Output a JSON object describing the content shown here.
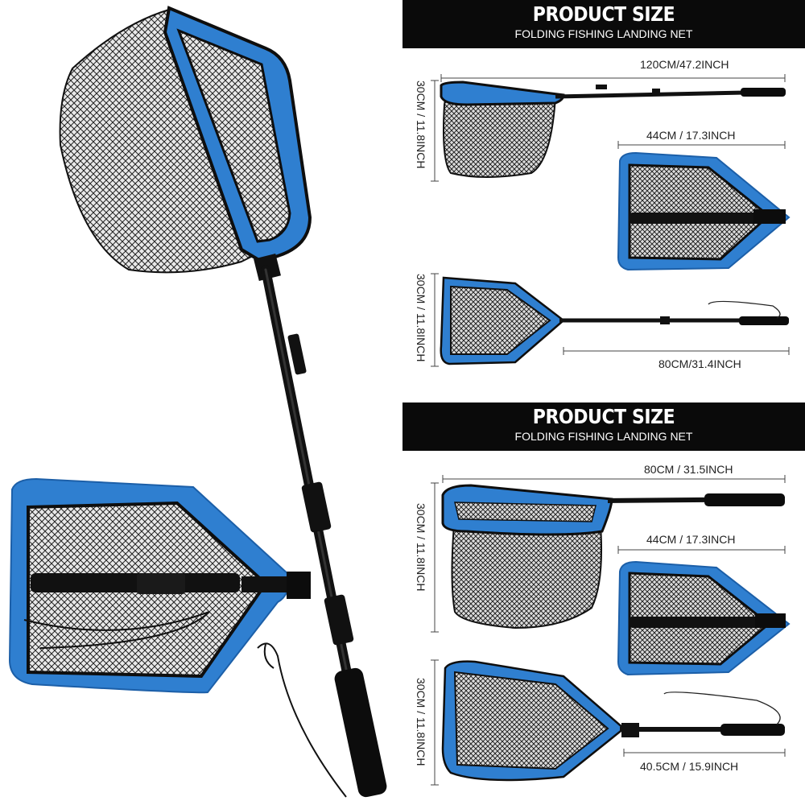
{
  "colors": {
    "net_blue": "#2f7fd0",
    "net_blue_dark": "#1c5fa8",
    "black": "#0e0e0e",
    "banner_bg": "#0a0a0a"
  },
  "panel_top": {
    "title": "PRODUCT SIZE",
    "subtitle": "FOLDING FISHING LANDING NET",
    "total_length": "120CM/47.2INCH",
    "hoop_height_1": "30CM / 11.8INCH",
    "folded_length": "44CM  / 17.3INCH",
    "hoop_height_2": "30CM / 11.8INCH",
    "handle_length": "80CM/31.4INCH"
  },
  "panel_bottom": {
    "title": "PRODUCT SIZE",
    "subtitle": "FOLDING FISHING LANDING NET",
    "total_length": "80CM  / 31.5INCH",
    "hoop_height_1": "30CM / 11.8INCH",
    "folded_length": "44CM  / 17.3INCH",
    "hoop_height_2": "30CM / 11.8INCH",
    "handle_length": "40.5CM  / 15.9INCH"
  }
}
